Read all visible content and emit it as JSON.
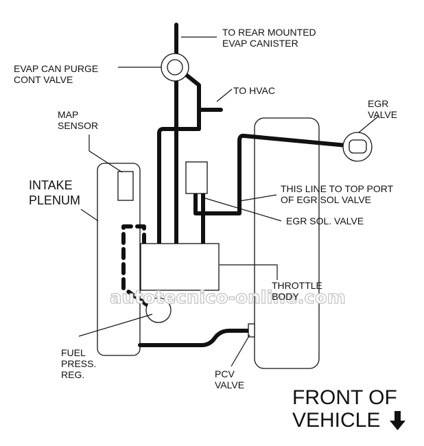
{
  "labels": {
    "to_rear_canister": [
      "TO REAR MOUNTED",
      "EVAP CANISTER"
    ],
    "evap_purge_valve": [
      "EVAP CAN PURGE",
      "CONT VALVE"
    ],
    "to_hvac": "TO HVAC",
    "egr_valve": [
      "EGR",
      "VALVE"
    ],
    "map_sensor": [
      "MAP",
      "SENSOR"
    ],
    "intake_plenum": [
      "INTAKE",
      "PLENUM"
    ],
    "egr_line": [
      "THIS LINE TO TOP PORT",
      "OF EGR SOL VALVE"
    ],
    "egr_sol_valve": "EGR SOL. VALVE",
    "throttle_body": [
      "THROTTLE",
      "BODY"
    ],
    "fuel_press_reg": [
      "FUEL",
      "PRESS.",
      "REG."
    ],
    "pcv_valve": [
      "PCV",
      "VALVE"
    ],
    "front_of_vehicle": [
      "FRONT OF",
      "VEHICLE"
    ]
  },
  "watermark": "autotecnico-online.com",
  "icons": {
    "front_arrow": "arrow-down-icon"
  }
}
